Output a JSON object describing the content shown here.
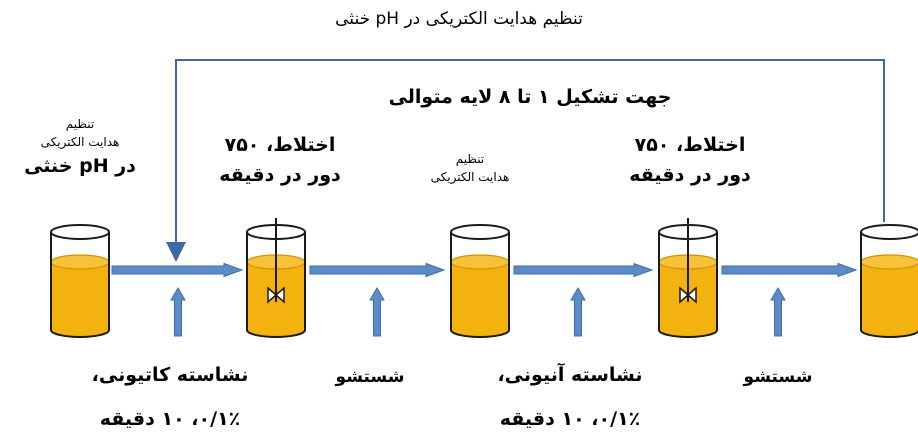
{
  "colors": {
    "liquid": "#f3b20e",
    "liquid_edge": "#d59100",
    "arrow": "#5b8cc8",
    "arrow_edge": "#3e6ea8",
    "feedback_line": "#3d69a8",
    "beaker_stroke": "#1a1a1a"
  },
  "feedback": {
    "top_label": "تنظیم هدایت الکتریکی در pH خنثی",
    "loop_label": "جهت تشکیل ۱ تا ۸ لایه متوالی"
  },
  "steps": [
    {
      "id": "beaker-1",
      "stirrer": false,
      "label_lines": [
        "تنظیم",
        "هدایت الکتریکی",
        "در pH خنثی"
      ]
    },
    {
      "id": "beaker-2",
      "stirrer": true,
      "label_lines": [
        "اختلاط، ۷۵۰",
        "دور در دقیقه"
      ]
    },
    {
      "id": "beaker-3",
      "stirrer": false,
      "label_lines": [
        "تنظیم",
        "هدایت الکتریکی"
      ]
    },
    {
      "id": "beaker-4",
      "stirrer": true,
      "label_lines": [
        "اختلاط، ۷۵۰",
        "دور در دقیقه"
      ]
    },
    {
      "id": "beaker-5",
      "stirrer": false,
      "label_lines": []
    }
  ],
  "inputs": [
    {
      "line1": "نشاسته کاتیونی،",
      "line2": "۰/۱٪، ۱۰ دقیقه"
    },
    {
      "line1": "شستشو",
      "line2": ""
    },
    {
      "line1": "نشاسته آنیونی،",
      "line2": "۰/۱٪، ۱۰ دقیقه"
    },
    {
      "line1": "شستشو",
      "line2": ""
    }
  ],
  "icons": [
    "beaker-icon",
    "stirrer-icon",
    "right-arrow-icon",
    "up-arrow-icon"
  ]
}
